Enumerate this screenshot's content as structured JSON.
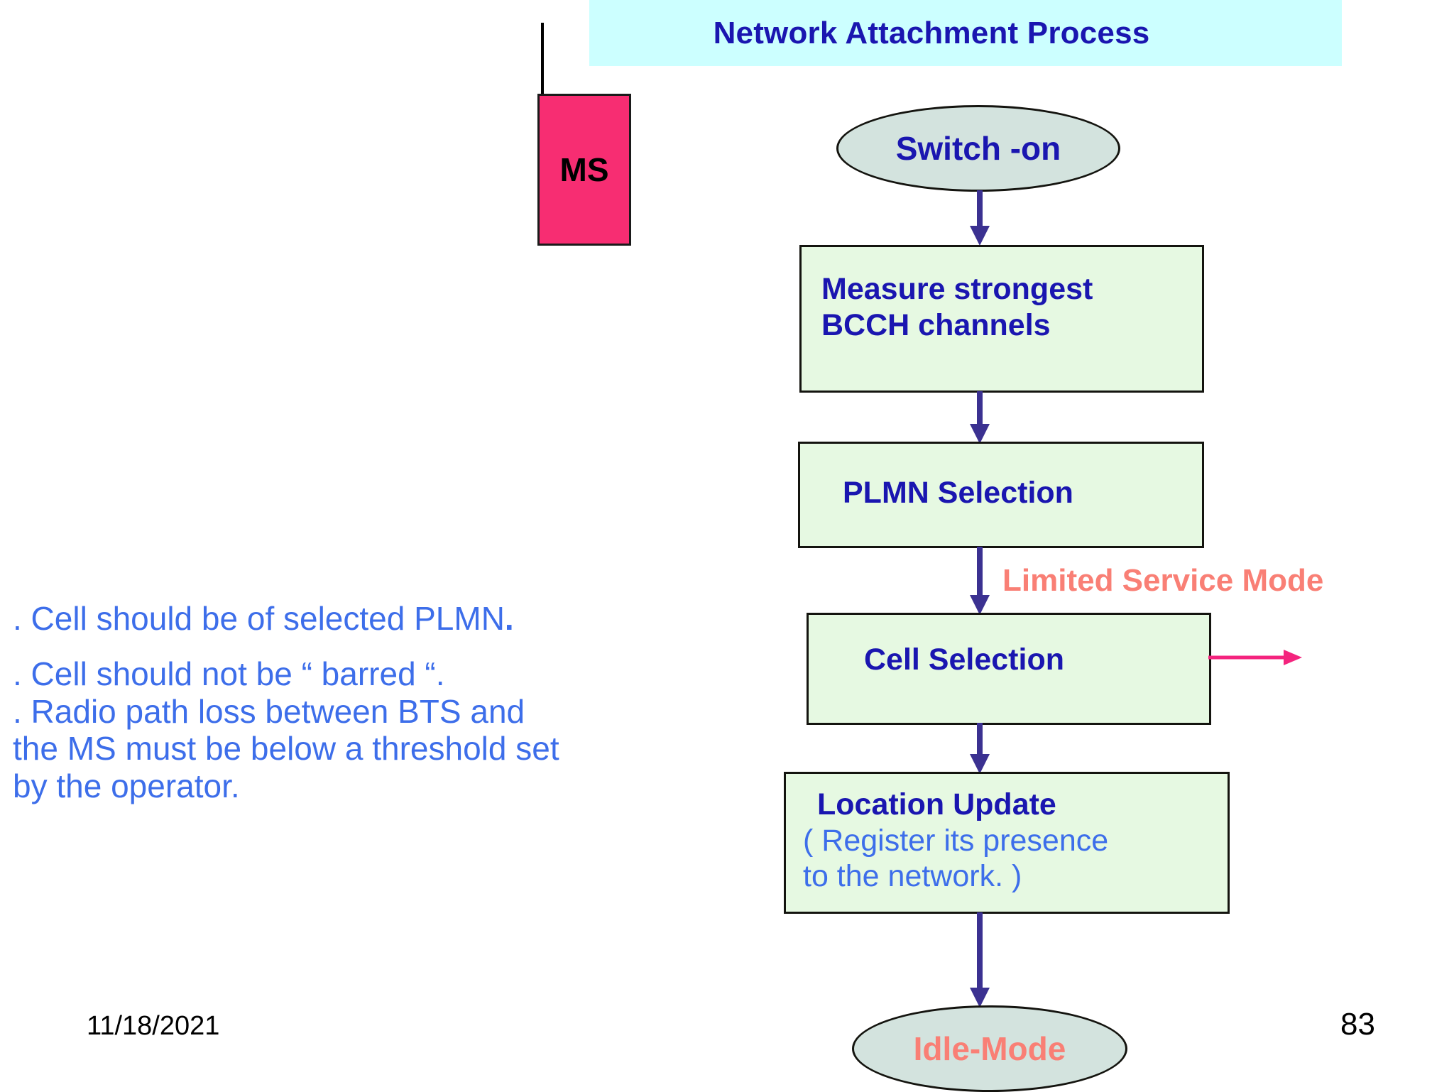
{
  "slide": {
    "title": "Network Attachment Process",
    "date": "11/18/2021",
    "page_number": "83"
  },
  "device": {
    "label": "MS",
    "icon": "mobile-antenna-icon",
    "body_color": "#F72D72"
  },
  "colors": {
    "title_banner_bg": "#CCFFFF",
    "title_text": "#1A16B0",
    "process_box_fill": "#E6F9E2",
    "terminator_fill": "#D3E3DE",
    "arrow_navy": "#3B3191",
    "arrow_pink": "#F4247E",
    "accent_salmon": "#F97F75",
    "body_blue": "#3D6EEA",
    "heading_navy": "#1A16B0"
  },
  "flow": {
    "nodes": [
      {
        "id": "switch-on",
        "shape": "ellipse",
        "label": "Switch -on"
      },
      {
        "id": "measure",
        "shape": "box",
        "line1": "Measure strongest",
        "line2": "BCCH channels"
      },
      {
        "id": "plmn",
        "shape": "box",
        "label": "PLMN Selection"
      },
      {
        "id": "cell",
        "shape": "box",
        "label": "Cell Selection"
      },
      {
        "id": "location",
        "shape": "box",
        "title": "Location Update",
        "sub_line1": "( Register its presence",
        "sub_line2": "to the network. )"
      },
      {
        "id": "idle",
        "shape": "ellipse",
        "label": "Idle-Mode"
      }
    ],
    "branch_label": "Limited Service Mode"
  },
  "notes": {
    "items": [
      ". Cell should be of selected PLMN",
      ". Cell should not be “ barred “.",
      ". Radio path loss between BTS and the MS must be  below a threshold set by the operator."
    ],
    "line1_text": ". Cell should be of selected PLMN",
    "line1_period": ".",
    "line2_text": ". Cell should not be “ barred “.",
    "line3a": ". Radio path loss between BTS and",
    "line3b": "the MS must be  below a threshold set",
    "line3c": "by the operator."
  }
}
